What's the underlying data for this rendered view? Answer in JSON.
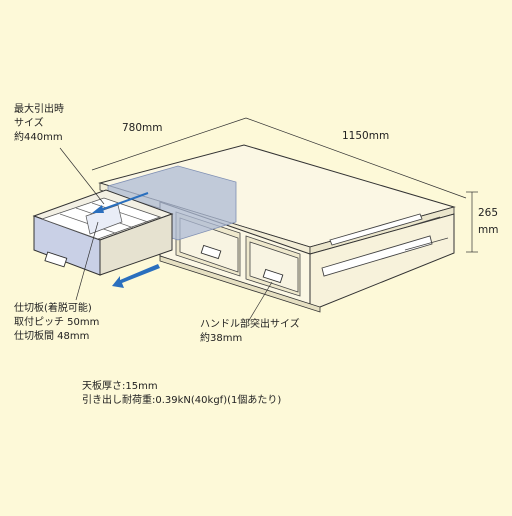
{
  "dimensions": {
    "depth": "780mm",
    "width": "1150mm",
    "height_value": "265",
    "height_unit": "mm"
  },
  "max_extension": {
    "line1": "最大引出時",
    "line2": "サイズ",
    "line3": "約440mm"
  },
  "divider": {
    "line1": "仕切板(着脱可能)",
    "line2": "取付ピッチ 50mm",
    "line3": "仕切板間 48mm"
  },
  "handle": {
    "line1": "ハンドル部突出サイズ",
    "line2": "約38mm"
  },
  "specs": {
    "line1": "天板厚さ:15mm",
    "line2": "引き出し耐荷重:0.39kN(40kgf)(1個あたり)"
  },
  "colors": {
    "background": "#fdf9d8",
    "frame": "#fbf7e4",
    "drawer_front": "#c9d0e6",
    "extension_ghost": "#aebbd6",
    "arrow": "#2a6fbe"
  }
}
